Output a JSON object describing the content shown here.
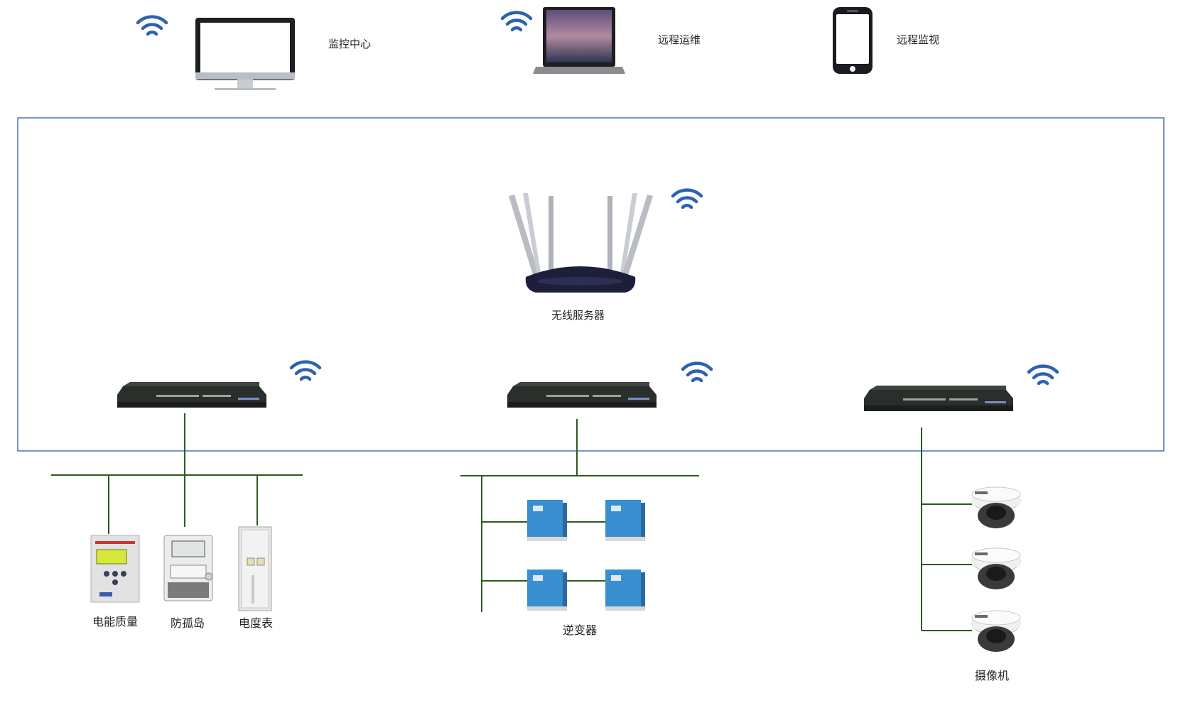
{
  "colors": {
    "frame": "#4a72b8",
    "wire": "#2e5a1c",
    "wifi": "#2c62b0",
    "inverter": "#3a8fd0",
    "router": "#1d1f3a",
    "gateway": "#2a2f2b"
  },
  "top_devices": {
    "monitor_label": "监控中心",
    "laptop_label": "远程运维",
    "phone_label": "远程监视"
  },
  "server": {
    "label": "无线服务器"
  },
  "groups": {
    "power_quality_label": "电能质量",
    "anti_islanding_label": "防孤岛",
    "meter_label": "电度表",
    "inverter_label": "逆变器",
    "camera_label": "摄像机"
  },
  "icons": {
    "wifi": "wifi-icon",
    "monitor": "monitor-icon",
    "laptop": "laptop-icon",
    "phone": "phone-icon",
    "router": "router-icon",
    "gateway": "gateway-icon",
    "power_quality": "power-quality-device-icon",
    "anti_islanding": "anti-islanding-device-icon",
    "meter": "energy-meter-cabinet-icon",
    "inverter": "inverter-icon",
    "camera": "dome-camera-icon"
  }
}
